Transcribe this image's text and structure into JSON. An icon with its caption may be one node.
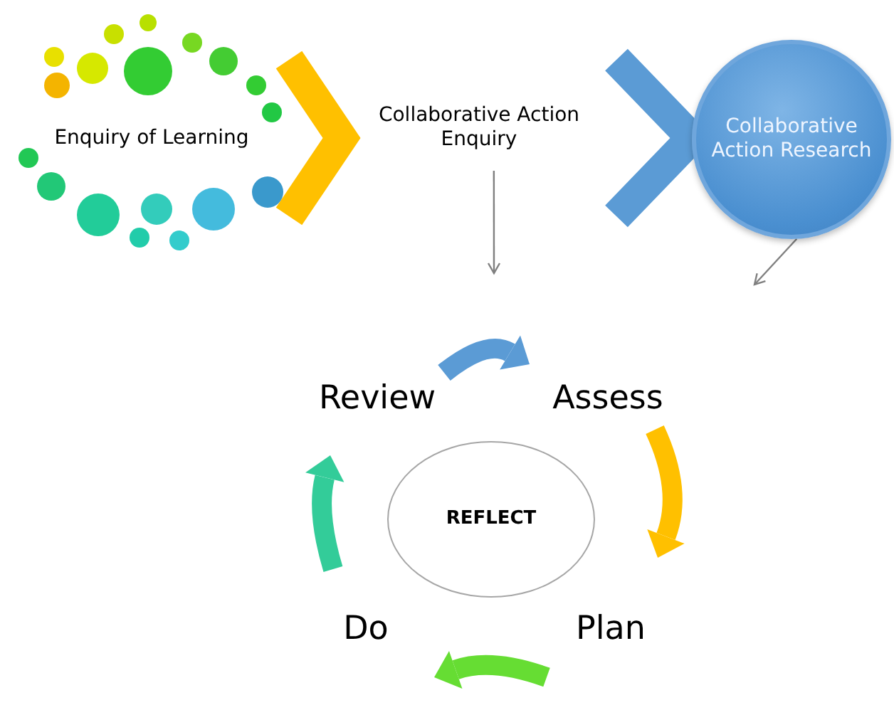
{
  "diagram": {
    "nodes": [
      {
        "text": [
          "Enquiry of Learning"
        ]
      },
      {
        "text": [
          "Collaborative Action Enquiry"
        ]
      },
      {
        "text": [
          "Collaborative Action Research"
        ]
      },
      {
        "text": [
          "Review"
        ]
      },
      {
        "text": [
          "Assess"
        ]
      },
      {
        "text": [
          "REFLECT"
        ]
      },
      {
        "text": [
          "Do"
        ]
      },
      {
        "text": [
          "Plan"
        ]
      }
    ],
    "edges": [
      {
        "from": 0,
        "to": 1,
        "arrow": "to",
        "color": "#ffc000"
      },
      {
        "from": 1,
        "to": 2,
        "arrow": "to",
        "color": "#5b9bd5"
      },
      {
        "from": 1,
        "to": null,
        "arrow": "to",
        "color": "#808080"
      },
      {
        "from": 2,
        "to": null,
        "arrow": "to",
        "color": "#808080"
      },
      {
        "from": 3,
        "to": 4,
        "arrow": "to",
        "color": "#5b9bd5"
      },
      {
        "from": 4,
        "to": 7,
        "arrow": "to",
        "color": "#ffc000"
      },
      {
        "from": 7,
        "to": 6,
        "arrow": "to",
        "color": "#66dd33"
      },
      {
        "from": 6,
        "to": 3,
        "arrow": "to",
        "color": "#33cc99"
      }
    ]
  }
}
